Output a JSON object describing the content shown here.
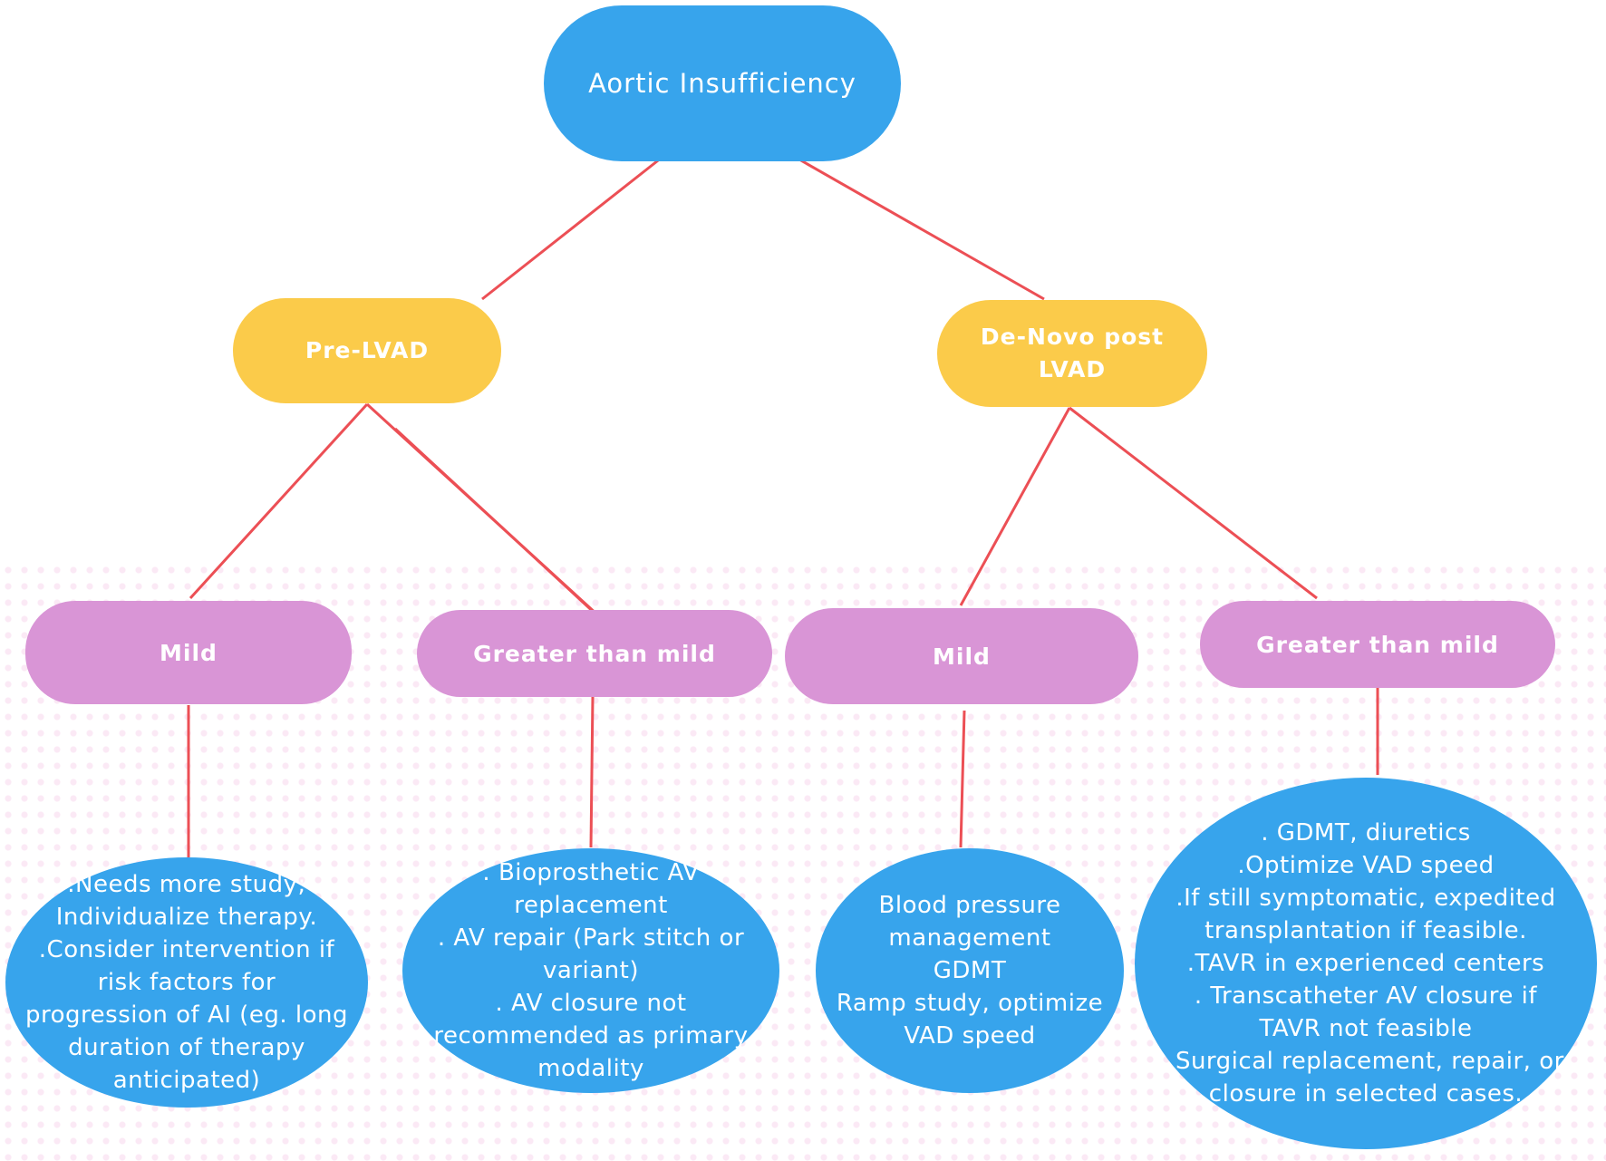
{
  "root": {
    "label": "Aortic Insufficiency"
  },
  "branches": [
    {
      "label_lines": [
        "Pre-LVAD"
      ],
      "children": [
        {
          "label": "Mild",
          "lines": [
            ".Needs more study;",
            "Individualize therapy.",
            ".Consider intervention if",
            "risk factors for",
            "progression of  AI (eg. long",
            "duration of therapy",
            "anticipated)"
          ]
        },
        {
          "label": "Greater than mild",
          "lines": [
            ". Bioprosthetic AV",
            "replacement",
            ". AV repair (Park stitch or",
            "variant)",
            ".  AV closure not",
            "recommended as primary",
            "modality"
          ]
        }
      ]
    },
    {
      "label_lines": [
        "De-Novo post",
        "LVAD"
      ],
      "children": [
        {
          "label": "Mild",
          "lines": [
            "Blood pressure",
            "management",
            "GDMT",
            "Ramp study, optimize",
            "VAD speed"
          ]
        },
        {
          "label": "Greater than mild",
          "lines": [
            ". GDMT, diuretics",
            ".Optimize VAD speed",
            ".If still symptomatic, expedited",
            "transplantation if feasible.",
            ".TAVR in experienced centers",
            ". Transcatheter AV closure if",
            "TAVR not feasible",
            ".Surgical replacement, repair, or",
            "closure in selected cases."
          ]
        }
      ]
    }
  ],
  "colors": {
    "root": "#37a4ec",
    "category": "#fbcb4a",
    "severity": "#d995d6",
    "recommendation": "#37a4ec",
    "connector": "#ec4f55"
  }
}
